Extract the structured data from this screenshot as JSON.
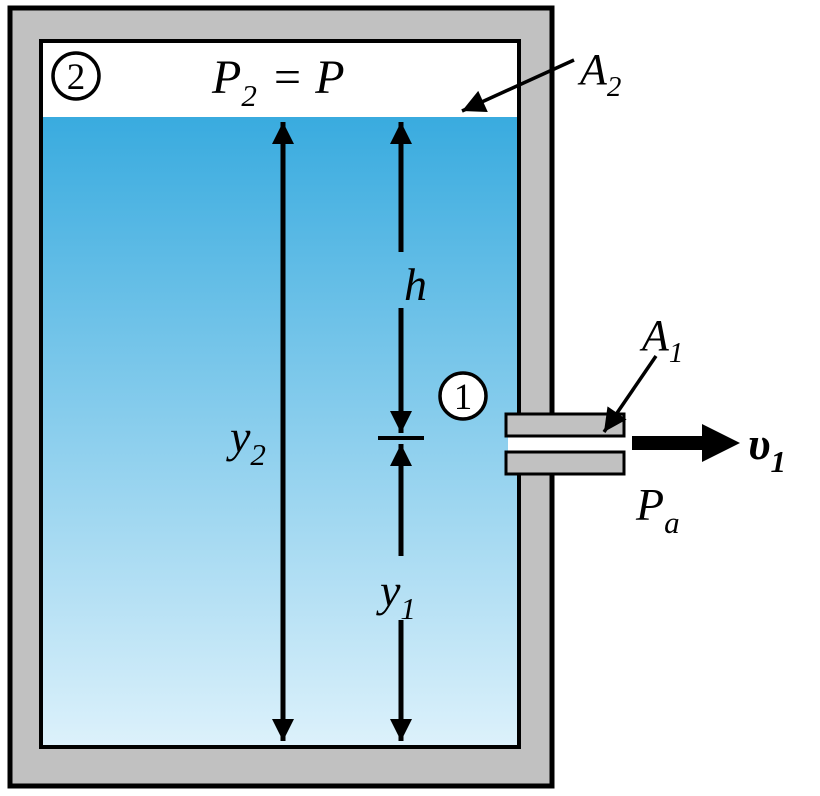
{
  "colors": {
    "wall": "#c1c1c1",
    "outline": "#000000",
    "fluid_top": "#39abdf",
    "fluid_bottom": "#dcf1fb",
    "paper": "#ffffff"
  },
  "labels": {
    "point2": "2",
    "point1": "1",
    "P2": {
      "base": "P",
      "sub": "2",
      "eq": "= P"
    },
    "A2": {
      "base": "A",
      "sub": "2"
    },
    "A1": {
      "base": "A",
      "sub": "1"
    },
    "h": "h",
    "y2": {
      "base": "y",
      "sub": "2"
    },
    "y1": {
      "base": "y",
      "sub": "1"
    },
    "v1": {
      "base": "υ",
      "sub": "1"
    },
    "Pa": {
      "base": "P",
      "sub": "a"
    }
  }
}
